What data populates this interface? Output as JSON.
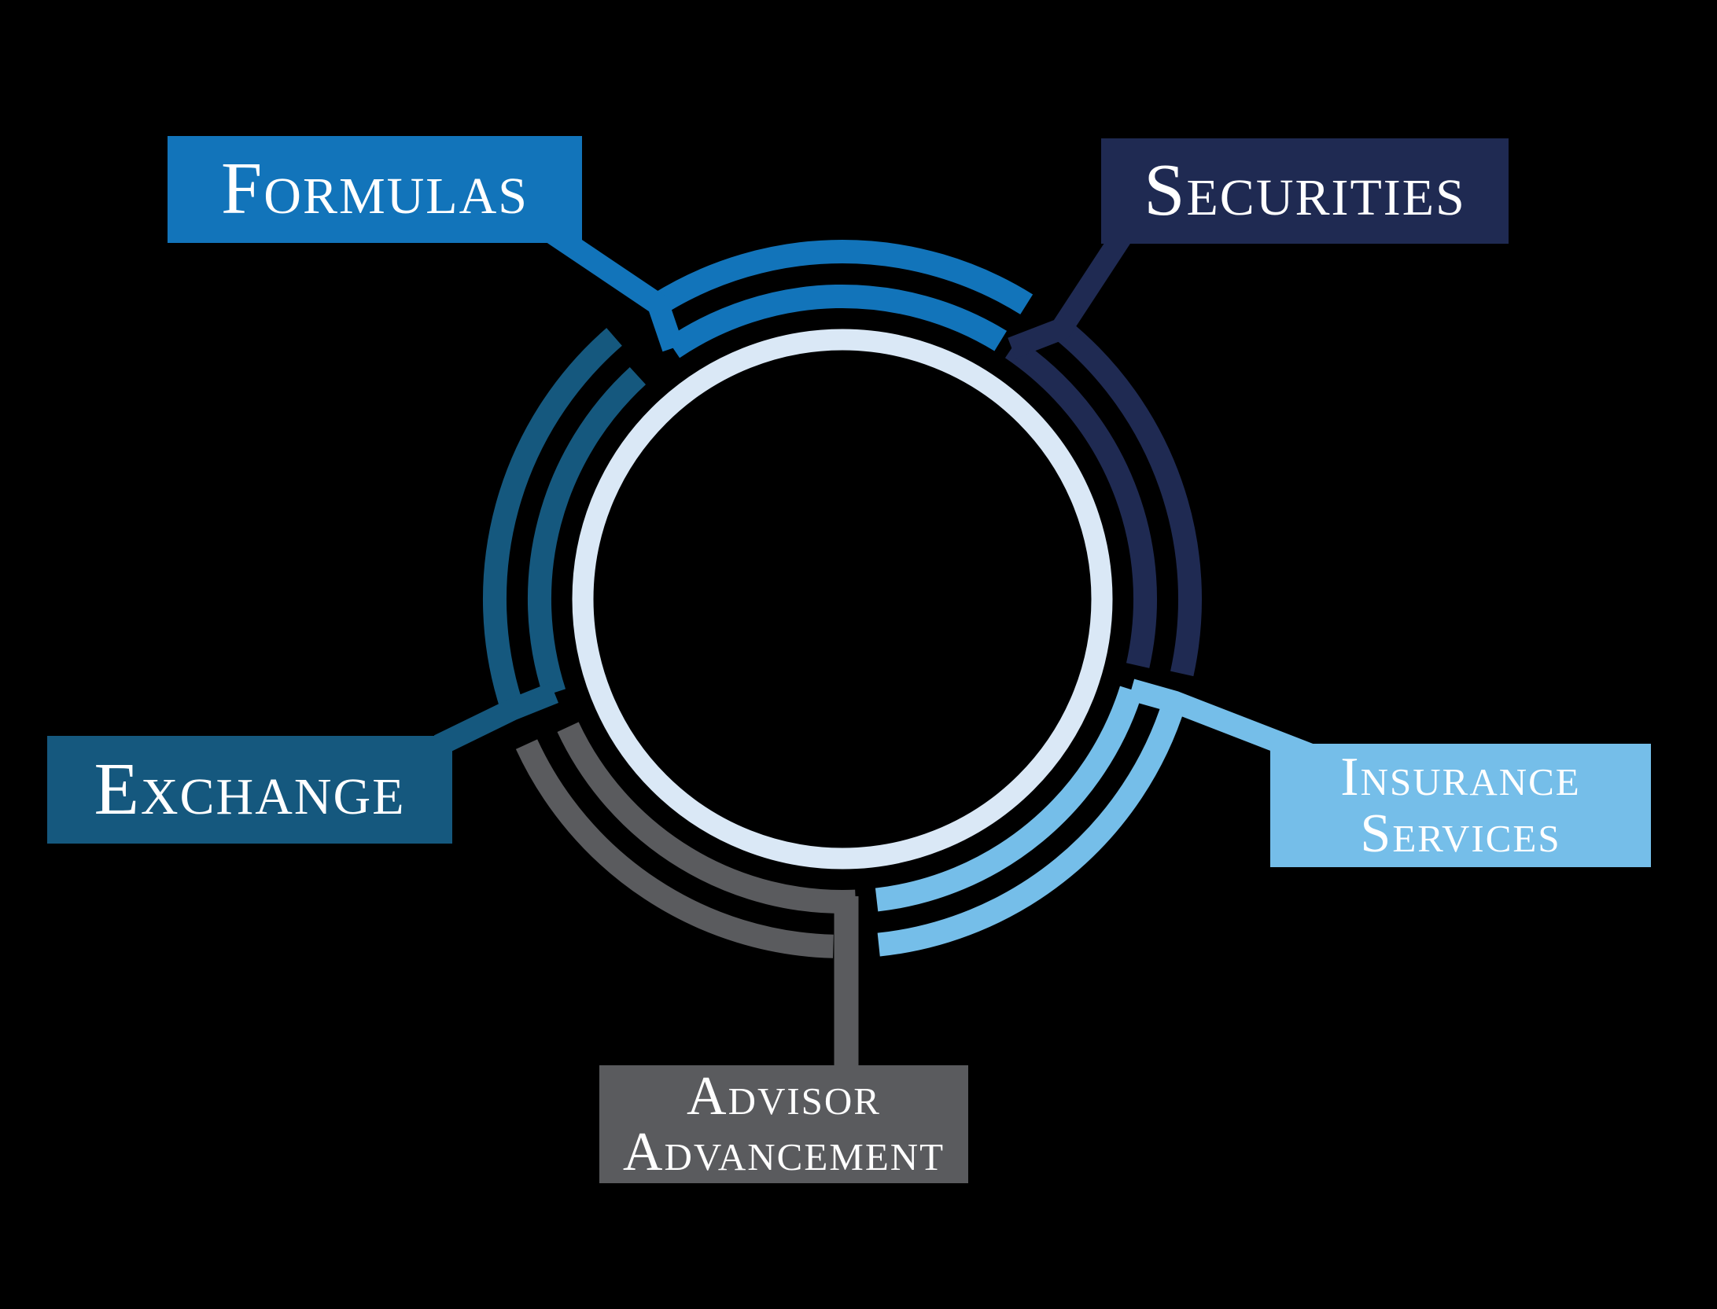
{
  "diagram": {
    "background_color": "#000000",
    "text_color": "#FFFFFF",
    "inner_ring": {
      "color": "#DAE8F6"
    },
    "nodes": [
      {
        "id": "formulas",
        "label": "Formulas",
        "color": "#1274BA",
        "position": "top-left"
      },
      {
        "id": "securities",
        "label": "Securities",
        "color": "#1F2A52",
        "position": "top-right"
      },
      {
        "id": "exchange",
        "label": "Exchange",
        "color": "#15587E",
        "position": "left"
      },
      {
        "id": "insurance-services",
        "label_lines": [
          "Insurance",
          "Services"
        ],
        "color": "#75BEE9",
        "position": "right"
      },
      {
        "id": "advisor-advancement",
        "label_lines": [
          "Advisor",
          "Advancement"
        ],
        "color": "#5A5B5E",
        "position": "bottom"
      }
    ]
  }
}
